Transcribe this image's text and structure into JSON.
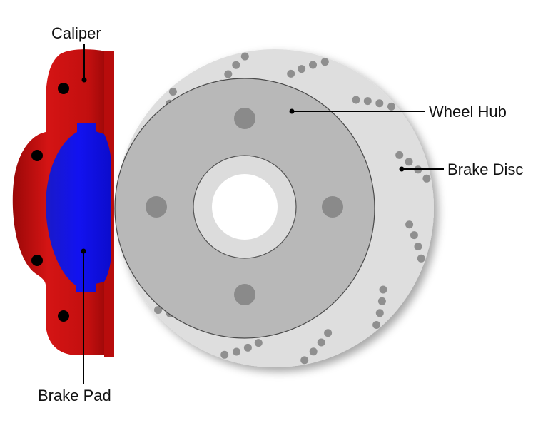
{
  "labels": {
    "caliper": "Caliper",
    "wheel_hub": "Wheel Hub",
    "brake_disc": "Brake Disc",
    "brake_pad": "Brake Pad"
  },
  "colors": {
    "caliper": "#cc0f0f",
    "caliper_dark": "#8e0606",
    "pad": "#1010ee",
    "disc": "#dedede",
    "hub": "#b8b8b8",
    "hole": "#8a8a8a",
    "leader": "#000000"
  }
}
